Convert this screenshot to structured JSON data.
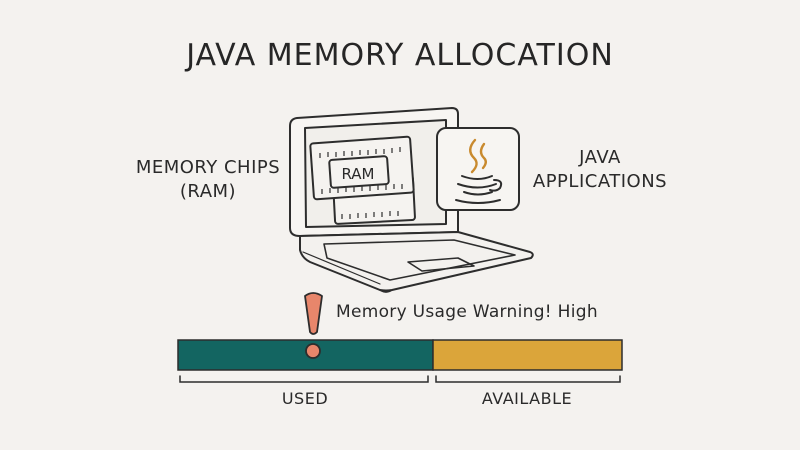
{
  "title": "JAVA MEMORY ALLOCATION",
  "labels": {
    "memory_chips": [
      "MEMORY CHIPS",
      "(RAM)"
    ],
    "java_applications": [
      "JAVA",
      "APPLICATIONS"
    ],
    "ram_chip": "RAM"
  },
  "icons": {
    "laptop": "laptop-icon",
    "ram": "ram-chip-icon",
    "java": "java-coffee-cup-icon",
    "warning": "exclamation-icon"
  },
  "warning": {
    "text": "Memory Usage Warning! High",
    "color": "#e8866b"
  },
  "memory_bar": {
    "used_label": "USED",
    "available_label": "AVAILABLE",
    "used_fraction": 0.574,
    "used_color": "#136561",
    "available_color": "#dba53a"
  }
}
